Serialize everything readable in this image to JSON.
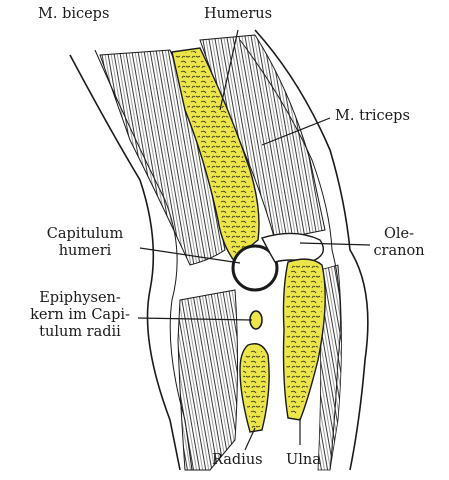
{
  "labels": {
    "biceps": "M. biceps",
    "humerus": "Humerus",
    "triceps": "M. triceps",
    "capitulum_line1": "Capitulum",
    "capitulum_line2": "humeri",
    "olecranon_line1": "Ole-",
    "olecranon_line2": "cranon",
    "epiphysis_line1": "Epiphysen-",
    "epiphysis_line2": "kern im Capi-",
    "epiphysis_line3": "tulum radii",
    "radius": "Radius",
    "ulna": "Ulna"
  },
  "colors": {
    "bone": "#ece64a",
    "ink": "#1a1a1a",
    "background": "#ffffff"
  }
}
